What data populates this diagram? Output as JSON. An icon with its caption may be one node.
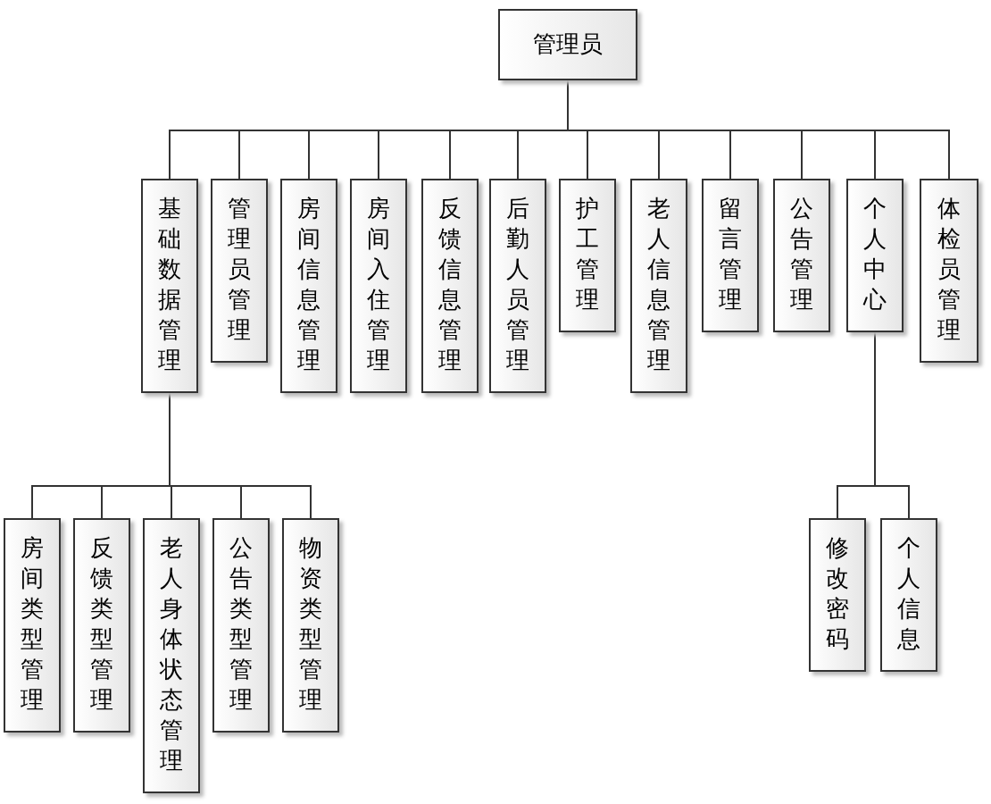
{
  "diagram": {
    "nodes": [
      {
        "text": [
          "管理员"
        ]
      },
      {
        "text": [
          "基础数据管理"
        ]
      },
      {
        "text": [
          "管理员管理"
        ]
      },
      {
        "text": [
          "房间信息管理"
        ]
      },
      {
        "text": [
          "房间入住管理"
        ]
      },
      {
        "text": [
          "反馈信息管理"
        ]
      },
      {
        "text": [
          "后勤人员管理"
        ]
      },
      {
        "text": [
          "护工管理"
        ]
      },
      {
        "text": [
          "老人信息管理"
        ]
      },
      {
        "text": [
          "留言管理"
        ]
      },
      {
        "text": [
          "公告管理"
        ]
      },
      {
        "text": [
          "个人中心"
        ]
      },
      {
        "text": [
          "体检员管理"
        ]
      },
      {
        "text": [
          "房间类型管理"
        ]
      },
      {
        "text": [
          "反馈类型管理"
        ]
      },
      {
        "text": [
          "老人身体状态管理"
        ]
      },
      {
        "text": [
          "公告类型管理"
        ]
      },
      {
        "text": [
          "物资类型管理"
        ]
      },
      {
        "text": [
          "修改密码"
        ]
      },
      {
        "text": [
          "个人信息"
        ]
      }
    ],
    "edges": [
      {
        "from": 0,
        "to": 1,
        "arrow": "none"
      },
      {
        "from": 0,
        "to": 2,
        "arrow": "none"
      },
      {
        "from": 0,
        "to": 3,
        "arrow": "none"
      },
      {
        "from": 0,
        "to": 4,
        "arrow": "none"
      },
      {
        "from": 0,
        "to": 5,
        "arrow": "none"
      },
      {
        "from": 0,
        "to": 6,
        "arrow": "none"
      },
      {
        "from": 0,
        "to": 7,
        "arrow": "none"
      },
      {
        "from": 0,
        "to": 8,
        "arrow": "none"
      },
      {
        "from": 0,
        "to": 9,
        "arrow": "none"
      },
      {
        "from": 0,
        "to": 10,
        "arrow": "none"
      },
      {
        "from": 0,
        "to": 11,
        "arrow": "none"
      },
      {
        "from": 0,
        "to": 12,
        "arrow": "none"
      },
      {
        "from": 1,
        "to": 13,
        "arrow": "none"
      },
      {
        "from": 1,
        "to": 14,
        "arrow": "none"
      },
      {
        "from": 1,
        "to": 15,
        "arrow": "none"
      },
      {
        "from": 1,
        "to": 16,
        "arrow": "none"
      },
      {
        "from": 1,
        "to": 17,
        "arrow": "none"
      },
      {
        "from": 11,
        "to": 18,
        "arrow": "none"
      },
      {
        "from": 11,
        "to": 19,
        "arrow": "none"
      }
    ]
  }
}
